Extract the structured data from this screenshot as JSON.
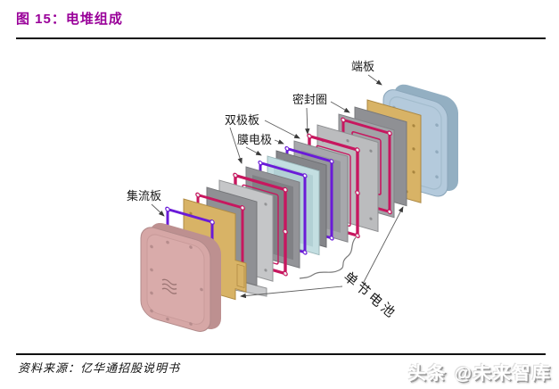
{
  "figure": {
    "title": "图 15：电堆组成",
    "source": "资料来源：亿华通招股说明书",
    "watermark": "头条 @未来智库"
  },
  "diagram": {
    "type": "exploded-stack-diagram",
    "subject": "fuel-cell-stack-composition",
    "labels": {
      "collector_plate": "集流板",
      "bipolar_plate": "双极板",
      "membrane_electrode": "膜电极",
      "seal_ring": "密封圈",
      "end_plate": "端板",
      "single_cell": "单节电池"
    },
    "colors": {
      "title_text": "#990099",
      "front_end_plate": "#d6a7a6",
      "back_end_plate": "#b4cadc",
      "collector_plate": "#d8b366",
      "seal_gasket": "#c7175f",
      "insulating_frame": "#6a1bd8",
      "membrane_electrode": "#c3dee1",
      "bipolar_plate": "#939498",
      "light_plate": "#bbbcbe"
    }
  }
}
